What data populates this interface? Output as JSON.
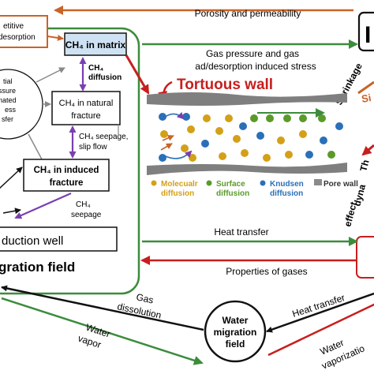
{
  "labels": {
    "competitive": "etitive",
    "desorption": "desorption",
    "porosity": "Porosity and permeability",
    "gas_pressure_1": "Gas pressure and gas",
    "gas_pressure_2": "ad/desorption induced stress",
    "ch4_matrix": "CH₄ in matrix",
    "ch4_diffusion_1": "CH₄",
    "ch4_diffusion_2": "diffusion",
    "ch4_natural_1": "CH₄ in natural",
    "ch4_natural_2": "fracture",
    "seepage_1": "CH₄ seepage,",
    "seepage_2": "slip flow",
    "ch4_induced_1": "CH₄ in induced",
    "ch4_induced_2": "fracture",
    "ch4_seepage_1": "CH₄",
    "ch4_seepage_2": "seepage",
    "left_1": "tial",
    "left_2": "ssure",
    "left_3": "nated",
    "left_4": "ess",
    "left_5": "sfer",
    "production_well": "duction well",
    "migration_field": "gration field",
    "tortuous_wall": "Tortuous wall",
    "shrinkage": "Shrinkage",
    "si": "Si",
    "thermal_1": "Th",
    "thermal_2": "dyna",
    "thermal_3": "effect",
    "heat_transfer_top": "Heat transfer",
    "properties_gases": "Properties of gases",
    "gas_dissolution_1": "Gas",
    "gas_dissolution_2": "dissolution",
    "heat_transfer_bottom": "Heat transfer",
    "water_vapor_1": "Water",
    "water_vapor_2": "vapor",
    "water_vaporization_1": "Water",
    "water_vaporization_2": "vaporizatio",
    "water_field_1": "Water",
    "water_field_2": "migration",
    "water_field_3": "field"
  },
  "legend": [
    {
      "label_1": "Molecualr",
      "label_2": "diffusion",
      "color": "#d4a017"
    },
    {
      "label_1": "Surface",
      "label_2": "diffusion",
      "color": "#5a9a2a"
    },
    {
      "label_1": "Knudsen",
      "label_2": "diffusion",
      "color": "#2a70b8"
    },
    {
      "label_1": "Pore wall",
      "label_2": "",
      "color": "#8a8a8a"
    }
  ],
  "colors": {
    "green_field": "#3c8c3c",
    "red": "#c81e1e",
    "orange_brown": "#c86428",
    "purple": "#7a3fb0",
    "blue_box": "#cfe2f3",
    "pore_wall": "#7f7f7f",
    "black": "#111111"
  }
}
